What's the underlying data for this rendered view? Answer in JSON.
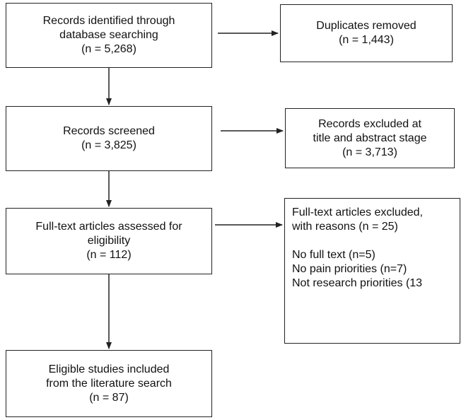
{
  "boxes": {
    "identified": {
      "lines": [
        "Records identified through",
        "database searching",
        "(n = 5,268)"
      ]
    },
    "duplicates": {
      "lines": [
        "Duplicates removed",
        "(n = 1,443)"
      ]
    },
    "screened": {
      "lines": [
        "Records screened",
        "(n = 3,825)"
      ]
    },
    "excluded_title": {
      "lines": [
        "Records excluded at",
        "title and abstract stage",
        "(n = 3,713)"
      ]
    },
    "fulltext": {
      "lines": [
        "Full-text articles assessed for",
        "eligibility",
        "(n = 112)"
      ]
    },
    "fulltext_excluded": {
      "header": [
        "Full-text articles excluded,",
        "with reasons (n = 25)"
      ],
      "reasons": [
        "No full text (n=5)",
        "No pain priorities (n=7)",
        "Not research priorities (13"
      ]
    },
    "included": {
      "lines": [
        "Eligible studies included",
        "from the literature search",
        "(n = 87)"
      ]
    }
  },
  "colors": {
    "line": "#222222",
    "background": "#ffffff",
    "text": "#111111"
  }
}
